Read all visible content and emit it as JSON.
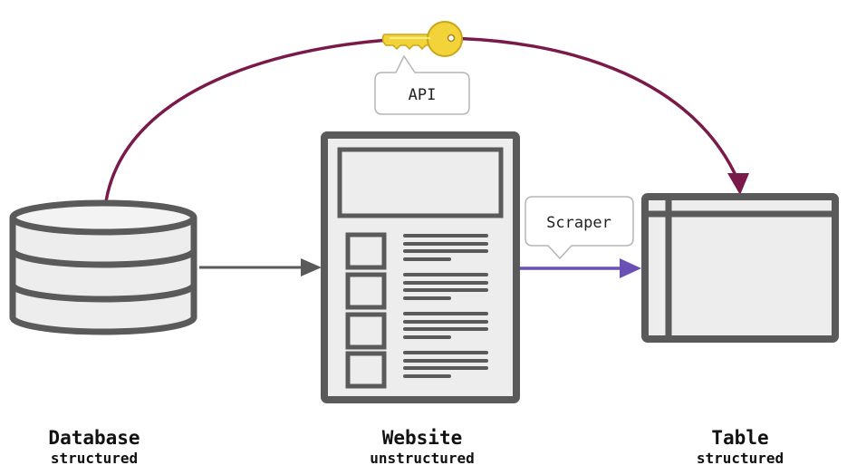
{
  "nodes": {
    "database": {
      "title": "Database",
      "subtitle": "structured",
      "icon": "database-cylinder-icon"
    },
    "website": {
      "title": "Website",
      "subtitle": "unstructured",
      "icon": "webpage-document-icon"
    },
    "table": {
      "title": "Table",
      "subtitle": "structured",
      "icon": "table-grid-icon"
    }
  },
  "edges": {
    "api": {
      "label": "API",
      "from": "Database",
      "to": "Table",
      "icon": "key-icon"
    },
    "scraper": {
      "label": "Scraper",
      "from": "Website",
      "to": "Table"
    },
    "publish": {
      "from": "Database",
      "to": "Website"
    }
  },
  "colors": {
    "outline": "#5a5a5a",
    "fill": "#ededed",
    "api_arc": "#7a1a4a",
    "scraper_arrow": "#6a4fb5",
    "key": "#f2d43a"
  }
}
